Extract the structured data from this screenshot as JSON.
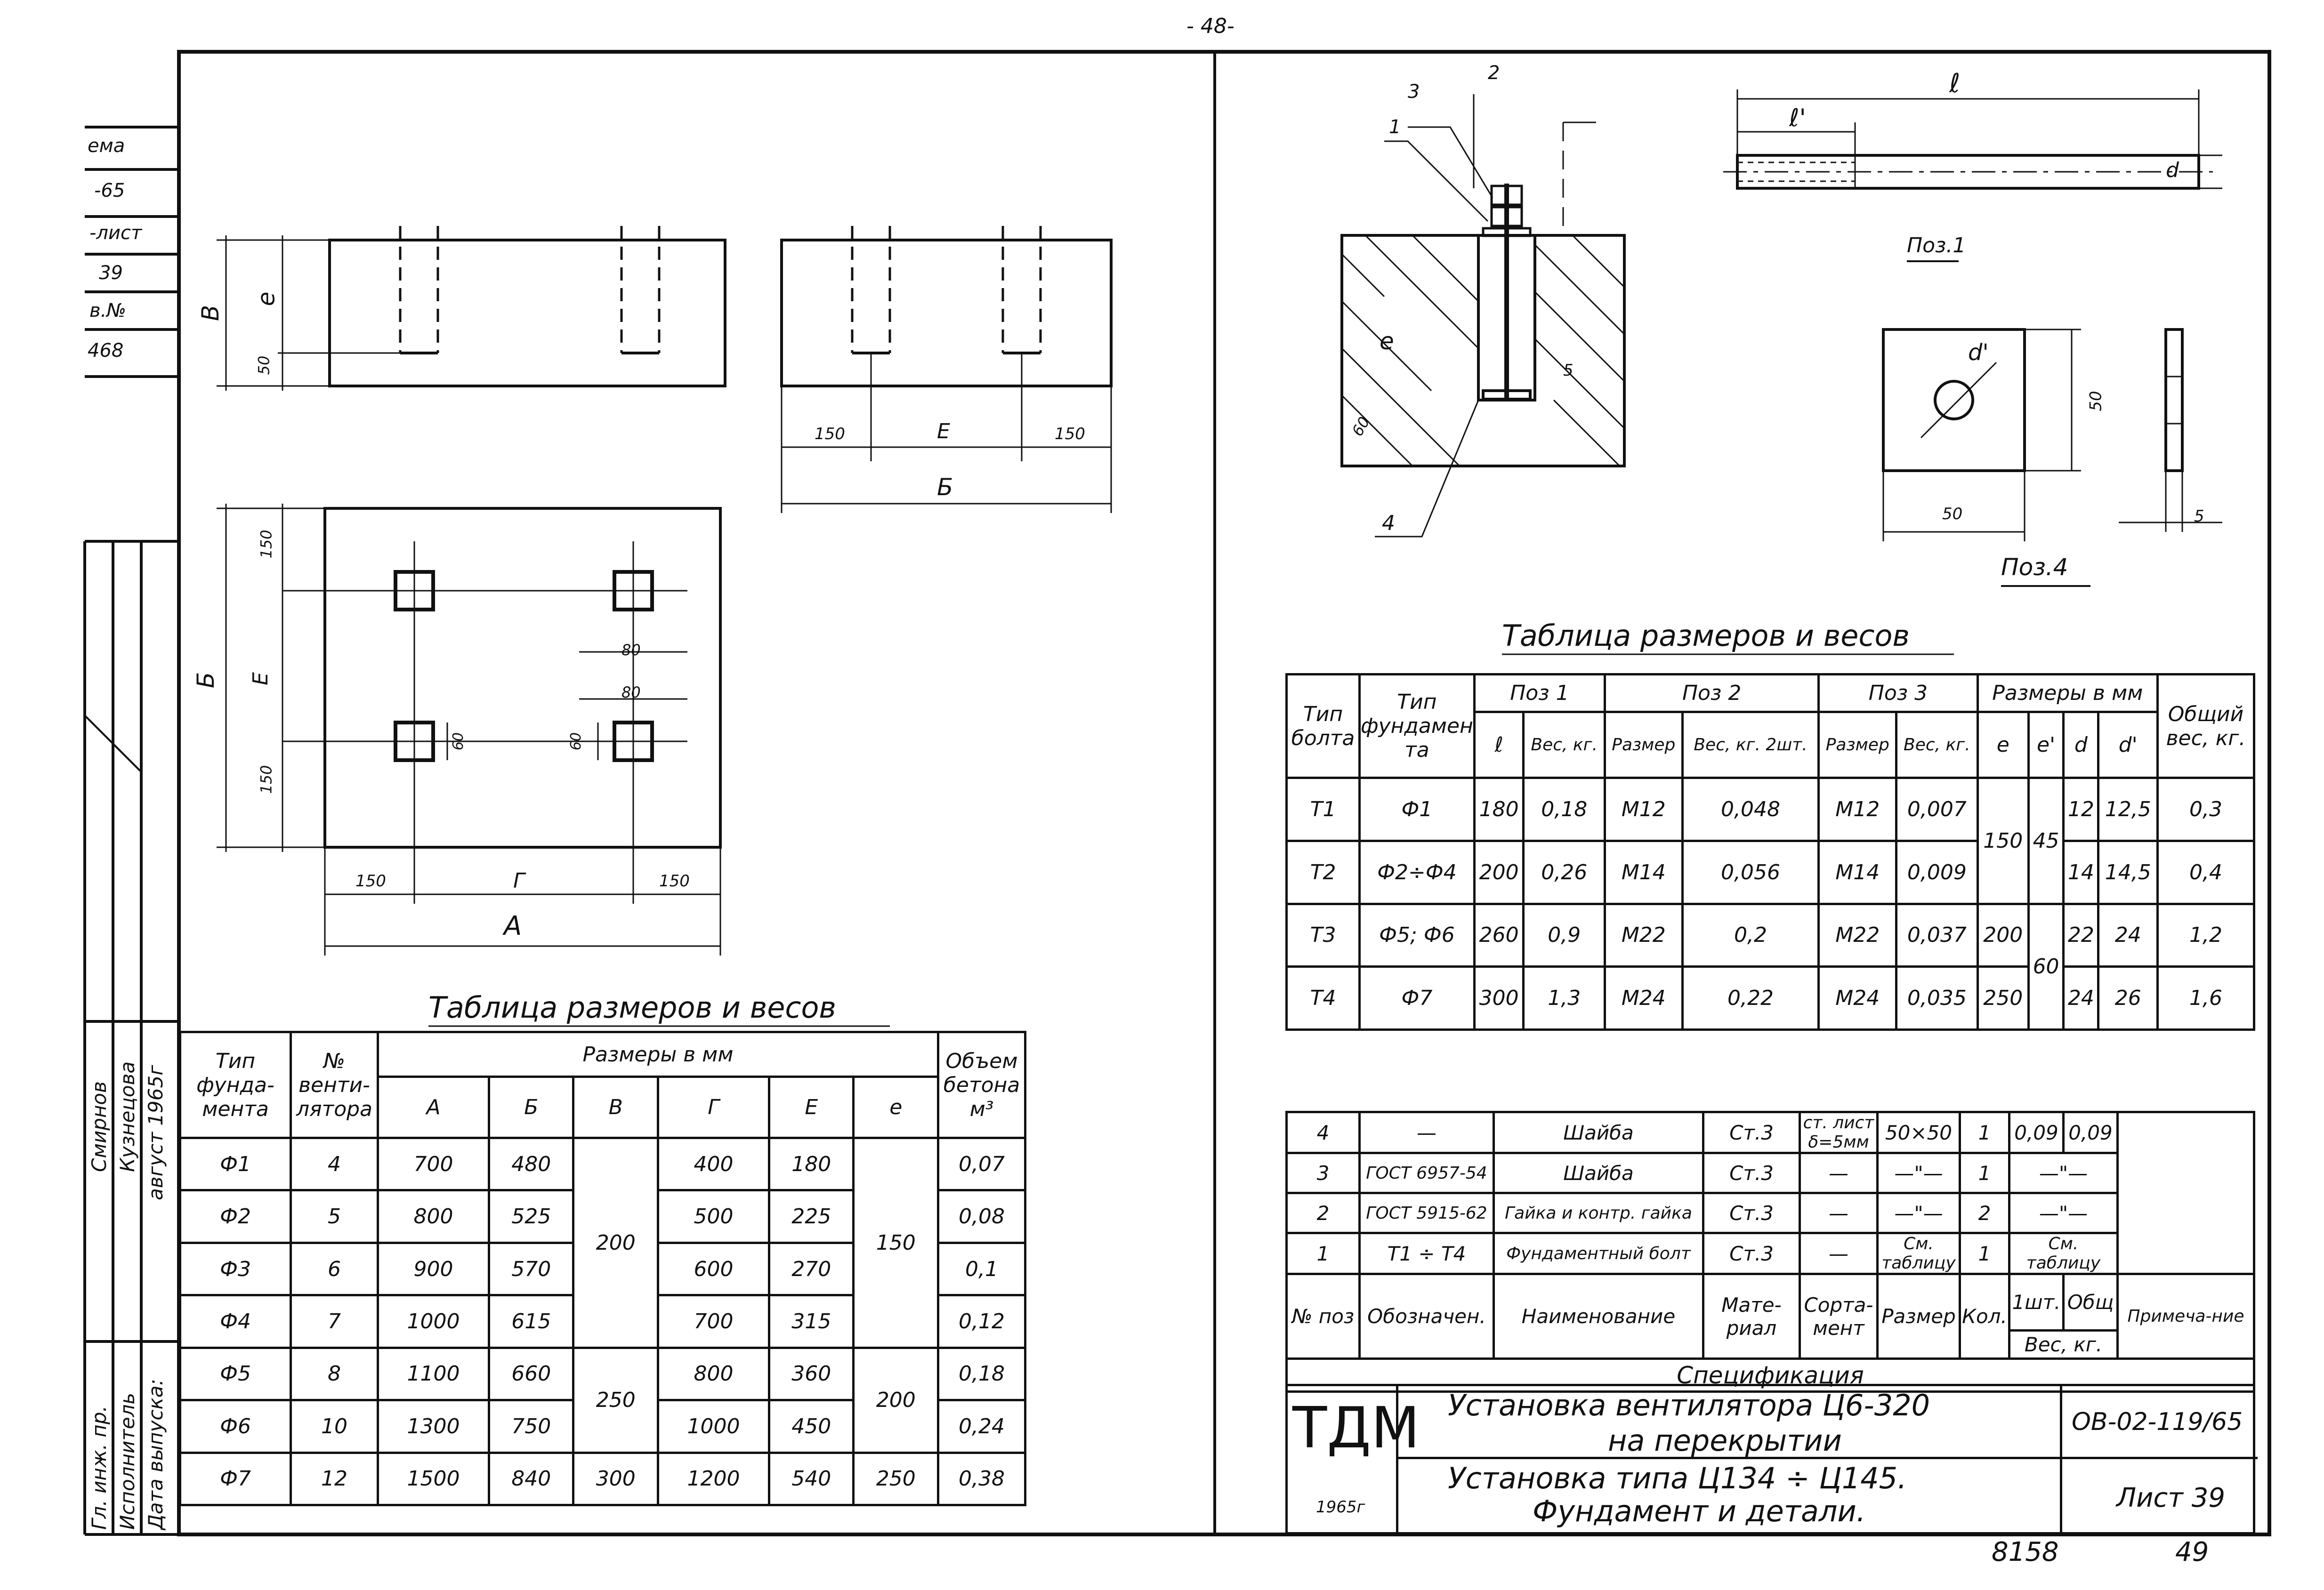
{
  "page_number": "- 48-",
  "footer_numbers": [
    "8158",
    "49"
  ],
  "stamp": {
    "rows": [
      "ема",
      "-65",
      "-лист",
      "39",
      "в.№",
      "468"
    ],
    "signers": {
      "roles": [
        "Гл. инж. пр.",
        "Исполнитель",
        "Дата выпуска:"
      ],
      "names": [
        "Смирнов",
        "Кузнецова",
        "август 1965г"
      ]
    }
  },
  "drawings": {
    "left_top_dims": {
      "B": "В",
      "e": "е",
      "d50": "50"
    },
    "left_side_dims": {
      "d150a": "150",
      "E": "Е",
      "d150b": "150",
      "B6": "Б"
    },
    "left_plan_dims": {
      "d150_top": "150",
      "B6": "Б",
      "E": "Е",
      "d150_bot": "150",
      "d60a": "60",
      "d60b": "60",
      "d80a": "80",
      "d80b": "80",
      "d150l": "150",
      "G": "Г",
      "d150r": "150",
      "A": "А"
    },
    "bolt_callouts": {
      "c1": "1",
      "c2": "2",
      "c3": "3",
      "c4": "4",
      "e": "е",
      "d5": "5",
      "d60": "60"
    },
    "poz1": {
      "l": "ℓ",
      "l1": "ℓ'",
      "d": "d",
      "label": "Поз.1"
    },
    "poz4": {
      "d1": "d'",
      "d50v": "50",
      "d50h": "50",
      "d5": "5",
      "label": "Поз.4"
    }
  },
  "foundation_table": {
    "title": "Таблица размеров и весов",
    "headers": {
      "type": "Тип фунда-мента",
      "vent": "№ венти-лятора",
      "sizes": "Размеры в мм",
      "A": "А",
      "B6": "Б",
      "V": "В",
      "G": "Г",
      "E": "Е",
      "e": "е",
      "volume": "Объем бетона м³"
    },
    "rows": [
      {
        "type": "Ф1",
        "vent": "4",
        "A": "700",
        "B6": "480",
        "G": "400",
        "E": "180",
        "vol": "0,07"
      },
      {
        "type": "Ф2",
        "vent": "5",
        "A": "800",
        "B6": "525",
        "G": "500",
        "E": "225",
        "vol": "0,08"
      },
      {
        "type": "Ф3",
        "vent": "6",
        "A": "900",
        "B6": "570",
        "G": "600",
        "E": "270",
        "vol": "0,1"
      },
      {
        "type": "Ф4",
        "vent": "7",
        "A": "1000",
        "B6": "615",
        "G": "700",
        "E": "315",
        "vol": "0,12"
      },
      {
        "type": "Ф5",
        "vent": "8",
        "A": "1100",
        "B6": "660",
        "G": "800",
        "E": "360",
        "vol": "0,18"
      },
      {
        "type": "Ф6",
        "vent": "10",
        "A": "1300",
        "B6": "750",
        "G": "1000",
        "E": "450",
        "vol": "0,24"
      },
      {
        "type": "Ф7",
        "vent": "12",
        "A": "1500",
        "B6": "840",
        "G": "1200",
        "E": "540",
        "vol": "0,38"
      }
    ],
    "merged": {
      "V1": "200",
      "V2": "250",
      "V3": "300",
      "e1": "150",
      "e2": "200",
      "e3": "250"
    }
  },
  "bolt_table": {
    "title": "Таблица размеров и весов",
    "headers": {
      "bolt_type": "Тип болта",
      "found_type": "Тип фундамен та",
      "poz1": "Поз 1",
      "poz2": "Поз 2",
      "poz3": "Поз 3",
      "sizes": "Размеры в мм",
      "total": "Общий вес, кг.",
      "l": "ℓ",
      "weight": "Вес, кг.",
      "size": "Размер",
      "weight2": "Вес, кг. 2шт.",
      "e": "е",
      "e1": "е'",
      "d": "d",
      "d1": "d'"
    },
    "rows": [
      {
        "bolt": "Т1",
        "found": "Ф1",
        "l": "180",
        "w1": "0,18",
        "s2": "М12",
        "w2": "0,048",
        "s3": "М12",
        "w3": "0,007",
        "d": "12",
        "d1": "12,5",
        "total": "0,3"
      },
      {
        "bolt": "Т2",
        "found": "Ф2÷Ф4",
        "l": "200",
        "w1": "0,26",
        "s2": "М14",
        "w2": "0,056",
        "s3": "М14",
        "w3": "0,009",
        "d": "14",
        "d1": "14,5",
        "total": "0,4"
      },
      {
        "bolt": "Т3",
        "found": "Ф5; Ф6",
        "l": "260",
        "w1": "0,9",
        "s2": "М22",
        "w2": "0,2",
        "s3": "М22",
        "w3": "0,037",
        "e": "200",
        "d": "22",
        "d1": "24",
        "total": "1,2"
      },
      {
        "bolt": "Т4",
        "found": "Ф7",
        "l": "300",
        "w1": "1,3",
        "s2": "М24",
        "w2": "0,22",
        "s3": "М24",
        "w3": "0,035",
        "e": "250",
        "d": "24",
        "d1": "26",
        "total": "1,6"
      }
    ],
    "merged": {
      "e12": "150",
      "e1_12": "45",
      "e1_34": "60"
    }
  },
  "spec_table": {
    "rows": [
      {
        "pos": "4",
        "desig": "—",
        "name": "Шайба",
        "mat": "Ст.3",
        "sort": "ст. лист δ=5мм",
        "size": "50×50",
        "qty": "1",
        "w1": "0,09",
        "wt": "0,09",
        "note": ""
      },
      {
        "pos": "3",
        "desig": "ГОСТ 6957-54",
        "name": "Шайба",
        "mat": "Ст.3",
        "sort": "—",
        "size": "—\"—",
        "qty": "1",
        "w1": "—\"—",
        "wt": "",
        "note": ""
      },
      {
        "pos": "2",
        "desig": "ГОСТ 5915-62",
        "name": "Гайка и контр. гайка",
        "mat": "Ст.3",
        "sort": "—",
        "size": "—\"—",
        "qty": "2",
        "w1": "—\"—",
        "wt": "",
        "note": ""
      },
      {
        "pos": "1",
        "desig": "Т1 ÷ Т4",
        "name": "Фундаментный болт",
        "mat": "Ст.3",
        "sort": "—",
        "size": "См. таблицу",
        "qty": "1",
        "w1": "См. таблицу",
        "wt": "",
        "note": ""
      }
    ],
    "headers": {
      "pos": "№ поз",
      "desig": "Обозначен.",
      "name": "Наименование",
      "mat": "Мате-риал",
      "sort": "Сорта-мент",
      "size": "Размер",
      "qty": "Кол.",
      "w1": "1шт.",
      "wt": "Общ",
      "weight": "Вес, кг.",
      "note": "Примеча-ние"
    },
    "caption": "Спецификация"
  },
  "title_block": {
    "logo": "ТДМ",
    "year": "1965г",
    "line1": "Установка вентилятора Ц6-320",
    "line2": "на перекрытии",
    "line3": "Установка типа Ц134 ÷ Ц145.",
    "line4": "Фундамент и детали.",
    "code": "ОВ-02-119/65",
    "sheet": "Лист 39"
  }
}
